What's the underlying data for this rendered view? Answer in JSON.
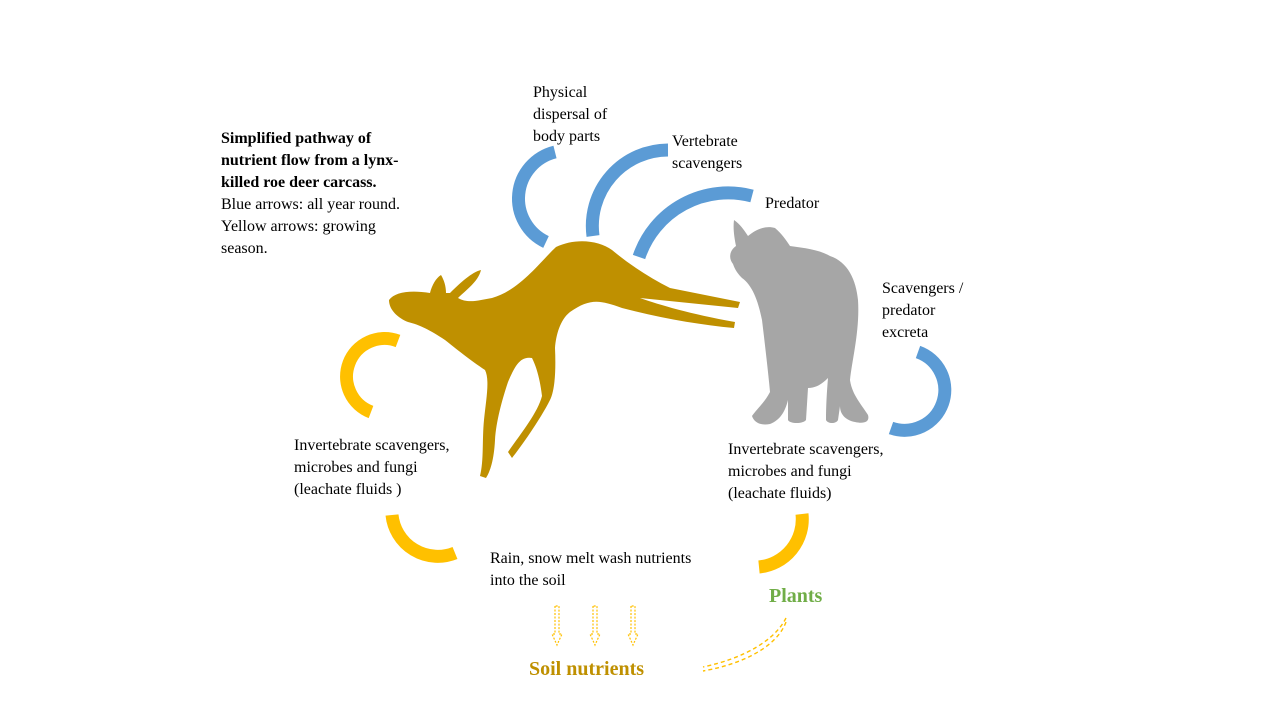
{
  "description": {
    "title": "Simplified pathway of\nnutrient flow from a lynx-\nkilled roe deer carcass.",
    "legend_blue": "Blue arrows: all year round.",
    "legend_yellow": "Yellow arrows: growing\nseason."
  },
  "labels": {
    "physical_dispersal": "Physical\ndispersal of\nbody parts",
    "vertebrate_scavengers": "Vertebrate\nscavengers",
    "predator": "Predator",
    "scavengers_excreta": "Scavengers /\npredator\nexcreta",
    "invertebrate_left": "Invertebrate scavengers,\nmicrobes and fungi\n(leachate fluids )",
    "invertebrate_right": "Invertebrate scavengers,\nmicrobes and fungi\n(leachate fluids)",
    "rain": "Rain, snow melt wash nutrients\ninto the soil",
    "plants": "Plants",
    "soil_nutrients": "Soil nutrients"
  },
  "colors": {
    "blue_arrow": "#5b9bd5",
    "yellow_arrow": "#ffc000",
    "deer": "#bf9000",
    "lynx": "#a6a6a6",
    "plants_text": "#70ad47",
    "soil_text": "#bf9000"
  },
  "icons": {
    "carcass": "roe-deer-silhouette",
    "predator": "lynx-silhouette"
  }
}
